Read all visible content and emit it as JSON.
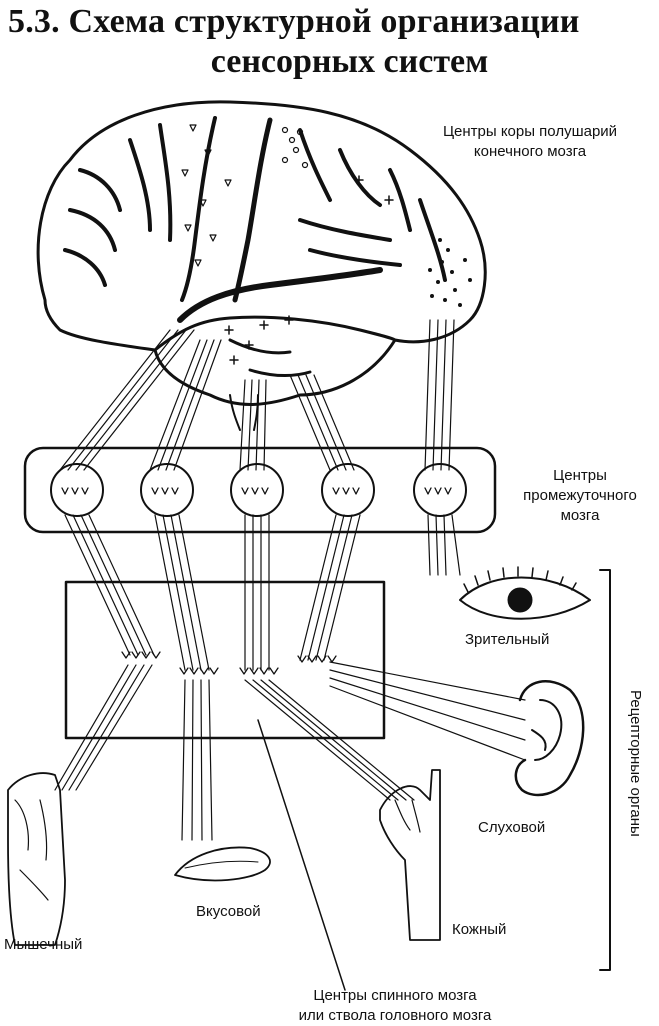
{
  "title": {
    "line1": "5.3. Схема структурной организации",
    "line2": "сенсорных систем"
  },
  "labels": {
    "cortex_line1": "Центры коры полушарий",
    "cortex_line2": "конечного мозга",
    "intermediate_line1": "Центры",
    "intermediate_line2": "промежуточного",
    "intermediate_line3": "мозга",
    "visual": "Зрительный",
    "receptor_organs": "Рецепторные органы",
    "auditory": "Слуховой",
    "taste": "Вкусовой",
    "skin": "Кожный",
    "muscle": "Мышечный",
    "spinal_line1": "Центры спинного мозга",
    "spinal_line2": "или ствола головного мозга"
  },
  "colors": {
    "ink": "#111111",
    "paper": "#ffffff"
  },
  "icons": [
    "brain-illustration",
    "eye-illustration",
    "ear-illustration",
    "tongue-illustration",
    "hand-illustration",
    "arm-illustration"
  ]
}
